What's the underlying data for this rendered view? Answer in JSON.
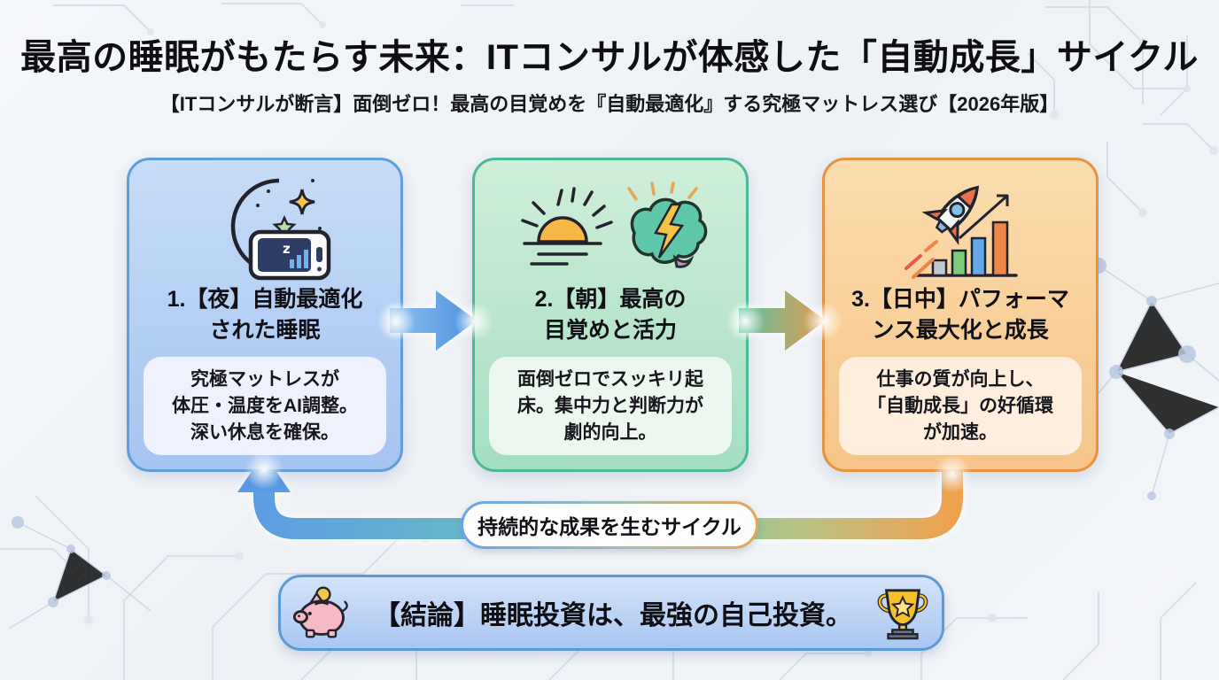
{
  "header": {
    "title": "最高の睡眠がもたらす未来：ITコンサルが体感した「自動成長」サイクル",
    "subtitle": "【ITコンサルが断言】面倒ゼロ！最高の目覚めを『自動最適化』する究極マットレス選び【2026年版】"
  },
  "cards": [
    {
      "step": "1",
      "title": "1.【夜】自動最適化\nされた睡眠",
      "body": "究極マットレスが\n体圧・温度をAI調整。\n深い休息を確保。",
      "icons": [
        "crescent-moon-with-stars",
        "sleep-tracker-phone"
      ],
      "accent_color": "#5f9ddb",
      "bg_top": "#c6dcf8",
      "bg_bottom": "#a5c4f0"
    },
    {
      "step": "2",
      "title": "2.【朝】最高の\n目覚めと活力",
      "body": "面倒ゼロでスッキリ起\n床。集中力と判断力が\n劇的向上。",
      "icons": [
        "sunrise",
        "brain-with-lightning"
      ],
      "accent_color": "#4cb896",
      "bg_top": "#cfeed8",
      "bg_bottom": "#a4dec2"
    },
    {
      "step": "3",
      "title": "3.【日中】パフォーマ\nンス最大化と成長",
      "body": "仕事の質が向上し、\n「自動成長」の好循環\nが加速。",
      "icons": [
        "rocket",
        "growth-bar-chart"
      ],
      "accent_color": "#e6933f",
      "bg_top": "#fbddae",
      "bg_bottom": "#f6c488"
    }
  ],
  "cycle": {
    "label": "持続的な成果を生むサイクル",
    "gradient": [
      "#5b9ae6",
      "#5fc3a6",
      "#efa14e"
    ]
  },
  "conclusion": {
    "text": "【結論】睡眠投資は、最強の自己投資。",
    "left_icon": "piggy-bank",
    "right_icon": "trophy"
  },
  "colors": {
    "background": "#f1f4f7",
    "title_text": "#0e0e14",
    "arrow_between_1": [
      "#7ab0ec",
      "#4c8fdd"
    ],
    "arrow_between_2": [
      "#5ac3a2",
      "#e69a50"
    ],
    "pill_border": [
      "#6aa3e8",
      "#e8a555"
    ],
    "conclusion_border": "#5b9bd5"
  }
}
